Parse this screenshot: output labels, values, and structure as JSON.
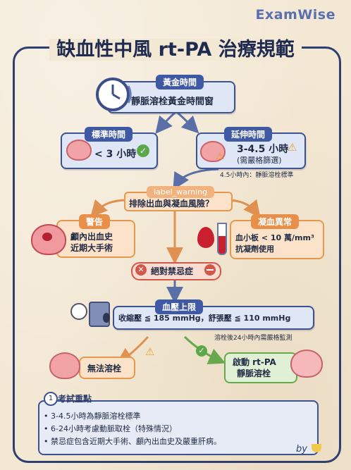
{
  "brand": "ExamWise",
  "title": "缺血性中風 rt-PA 治療規範",
  "golden": {
    "tag": "黃金時間",
    "text": "靜脈溶栓黃金時間窗"
  },
  "standard": {
    "tag": "標準時間",
    "text": "< 3 小時"
  },
  "extended": {
    "tag": "延伸時間",
    "text": "3-4.5 小時",
    "sub": "(需嚴格篩選)",
    "note": "4.5小時內：靜脈溶栓標準"
  },
  "warning_q": {
    "tag": "label_warning",
    "text": "排除出血與凝血風險？"
  },
  "alert": {
    "tag": "警告",
    "line1": "顱內出血史",
    "line2": "近期大手術"
  },
  "coag": {
    "tag": "凝血異常",
    "line1": "血小板 < 10 萬/mm³",
    "line2": "抗凝劑使用"
  },
  "contra": {
    "text": "絕對禁忌症"
  },
  "bp": {
    "tag": "血壓上限",
    "text": "收縮壓 ≦ 185 mmHg，舒張壓 ≦ 110 mmHg",
    "note": "溶栓後24小時內需嚴格監測"
  },
  "no_lysis": {
    "text": "無法溶栓"
  },
  "start": {
    "line1": "啟動 rt-PA",
    "line2": "靜脈溶栓"
  },
  "key_points": {
    "number": "1",
    "title": "考試重點",
    "items": [
      "3-4.5小時為靜脈溶栓標準",
      "6-24小時考慮動脈取栓（特殊情況）",
      "禁忌症包含近期大手術、顱內出血史及嚴重肝病。"
    ]
  },
  "signature": "by"
}
